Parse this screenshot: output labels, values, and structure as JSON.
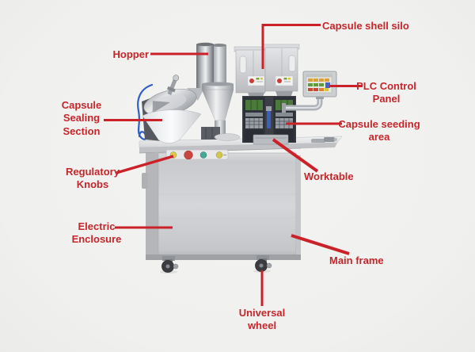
{
  "figure_type": "labeled-machine-diagram",
  "colors": {
    "label_red": "#c5262b",
    "line_red": "#cb2128",
    "bg": "#f0f0ee",
    "steel_light": "#eef0f1",
    "steel_dark": "#75787d",
    "seeding_unit_dark": "#2f323a",
    "seeding_board_green": "#4c7a3a",
    "tube_blue": "#2f5ec4",
    "button_yellow": "#d9c94c",
    "button_red": "#c9463f",
    "button_teal": "#43a896"
  },
  "labels": {
    "hopper": {
      "text": "Hopper"
    },
    "capsule_shell_silo": {
      "text": "Capsule shell silo"
    },
    "plc_control_panel": {
      "lines": [
        "PLC Control",
        "Panel"
      ]
    },
    "capsule_sealing_section": {
      "lines": [
        "Capsule",
        "Sealing",
        "Section"
      ]
    },
    "capsule_seeding_area": {
      "lines": [
        "Capsule seeding",
        "area"
      ]
    },
    "regulatory_knobs": {
      "lines": [
        "Regulatory",
        "Knobs"
      ]
    },
    "worktable": {
      "text": "Worktable"
    },
    "electric_enclosure": {
      "lines": [
        "Electric",
        "Enclosure"
      ]
    },
    "main_frame": {
      "text": "Main frame"
    },
    "universal_wheel": {
      "lines": [
        "Universal",
        "wheel"
      ]
    }
  }
}
